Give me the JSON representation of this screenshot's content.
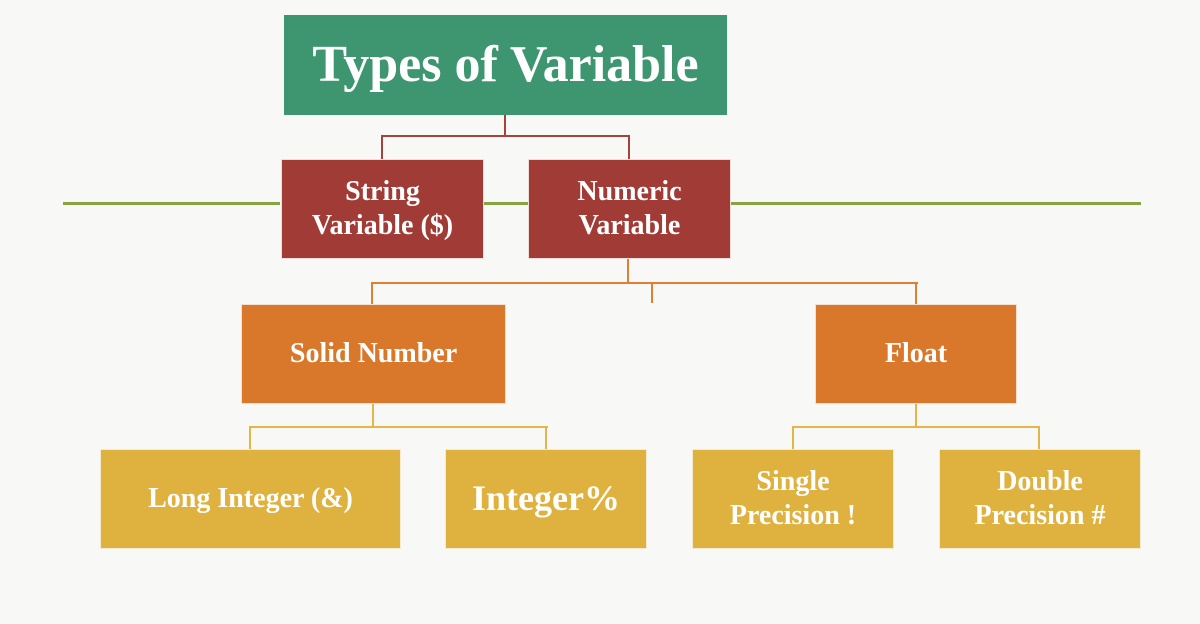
{
  "diagram": {
    "title": "Types of Variable",
    "colors": {
      "title": "#3d9670",
      "level1": "#a03b35",
      "level2": "#d9772a",
      "level3": "#dfb13f",
      "baseline": "#86a443",
      "background": "#f8f8f7"
    },
    "level1": [
      {
        "label": "String\nVariable ($)"
      },
      {
        "label": "Numeric\nVariable"
      }
    ],
    "level2": [
      {
        "label": "Solid Number",
        "parent": "Numeric Variable"
      },
      {
        "label": "Float",
        "parent": "Numeric Variable"
      }
    ],
    "level3": [
      {
        "label": "Long Integer (&)",
        "parent": "Solid Number"
      },
      {
        "label": "Integer%",
        "parent": "Solid Number"
      },
      {
        "label": "Single\nPrecision !",
        "parent": "Float"
      },
      {
        "label": "Double\nPrecision #",
        "parent": "Float"
      }
    ]
  }
}
